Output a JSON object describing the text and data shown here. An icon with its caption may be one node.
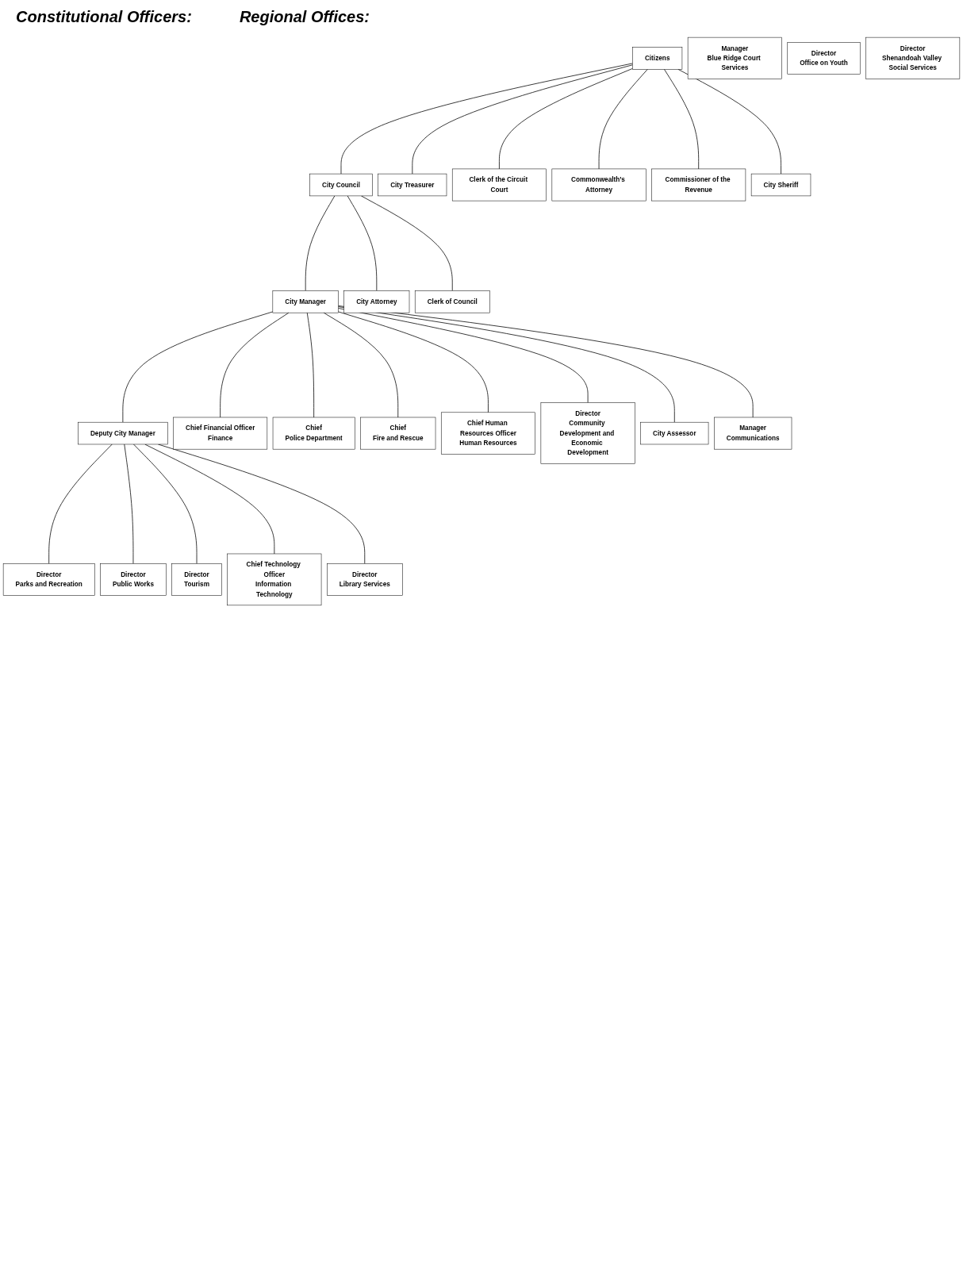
{
  "diagram": {
    "nodes": [
      {
        "text": [
          "Citizens"
        ]
      },
      {
        "text": [
          "City Council"
        ]
      },
      {
        "text": [
          "City Treasurer"
        ]
      },
      {
        "text": [
          "Clerk of the Circuit Court"
        ]
      },
      {
        "text": [
          "Commonwealth’s Attorney"
        ]
      },
      {
        "text": [
          "Commissioner of the Revenue"
        ]
      },
      {
        "text": [
          "City Sheriff"
        ]
      },
      {
        "text": [
          "City Manager"
        ]
      },
      {
        "text": [
          "City Attorney"
        ]
      },
      {
        "text": [
          "Clerk of Council"
        ]
      },
      {
        "text": [
          "Deputy City Manager"
        ]
      },
      {
        "text": [
          "Chief Financial Officer",
          "Finance"
        ]
      },
      {
        "text": [
          "Chief",
          "Police Department"
        ]
      },
      {
        "text": [
          "Chief",
          "Fire and Rescue"
        ]
      },
      {
        "text": [
          "Chief Human Resources Officer",
          "Human Resources"
        ]
      },
      {
        "text": [
          "Director",
          "Community Development and Economic Development"
        ]
      },
      {
        "text": [
          "City Assessor"
        ]
      },
      {
        "text": [
          "Manager",
          "Communications"
        ]
      },
      {
        "text": [
          "Director",
          "Parks and Recreation"
        ]
      },
      {
        "text": [
          "Director",
          "Public Works"
        ]
      },
      {
        "text": [
          "Director",
          "Tourism"
        ]
      },
      {
        "text": [
          "Chief Technology Officer",
          "Information Technology"
        ]
      },
      {
        "text": [
          "Director",
          "Library Services"
        ]
      },
      {
        "text": [
          "Manager",
          "Blue Ridge Court Services"
        ]
      },
      {
        "text": [
          "Director",
          "Office on Youth"
        ]
      },
      {
        "text": [
          "Director",
          "Shenandoah Valley Social Services"
        ]
      }
    ],
    "edges": [
      {
        "from": 0,
        "to": 1,
        "arrow": "none"
      },
      {
        "from": 0,
        "to": 2,
        "arrow": "none"
      },
      {
        "from": 0,
        "to": 3,
        "arrow": "none"
      },
      {
        "from": 0,
        "to": 4,
        "arrow": "none"
      },
      {
        "from": 0,
        "to": 5,
        "arrow": "none"
      },
      {
        "from": 0,
        "to": 6,
        "arrow": "none"
      },
      {
        "from": 1,
        "to": 7,
        "arrow": "none"
      },
      {
        "from": 1,
        "to": 8,
        "arrow": "none"
      },
      {
        "from": 1,
        "to": 9,
        "arrow": "none"
      },
      {
        "from": 7,
        "to": 10,
        "arrow": "none"
      },
      {
        "from": 7,
        "to": 11,
        "arrow": "none"
      },
      {
        "from": 7,
        "to": 12,
        "arrow": "none"
      },
      {
        "from": 7,
        "to": 13,
        "arrow": "none"
      },
      {
        "from": 7,
        "to": 14,
        "arrow": "none"
      },
      {
        "from": 7,
        "to": 15,
        "arrow": "none"
      },
      {
        "from": 7,
        "to": 16,
        "arrow": "none"
      },
      {
        "from": 7,
        "to": 17,
        "arrow": "none"
      },
      {
        "from": 10,
        "to": 18,
        "arrow": "none"
      },
      {
        "from": 10,
        "to": 19,
        "arrow": "none"
      },
      {
        "from": 10,
        "to": 20,
        "arrow": "none"
      },
      {
        "from": 10,
        "to": 21,
        "arrow": "none"
      },
      {
        "from": 10,
        "to": 22,
        "arrow": "none"
      }
    ],
    "labels": [
      "Constitutional Officers:",
      "Regional Offices:"
    ]
  }
}
